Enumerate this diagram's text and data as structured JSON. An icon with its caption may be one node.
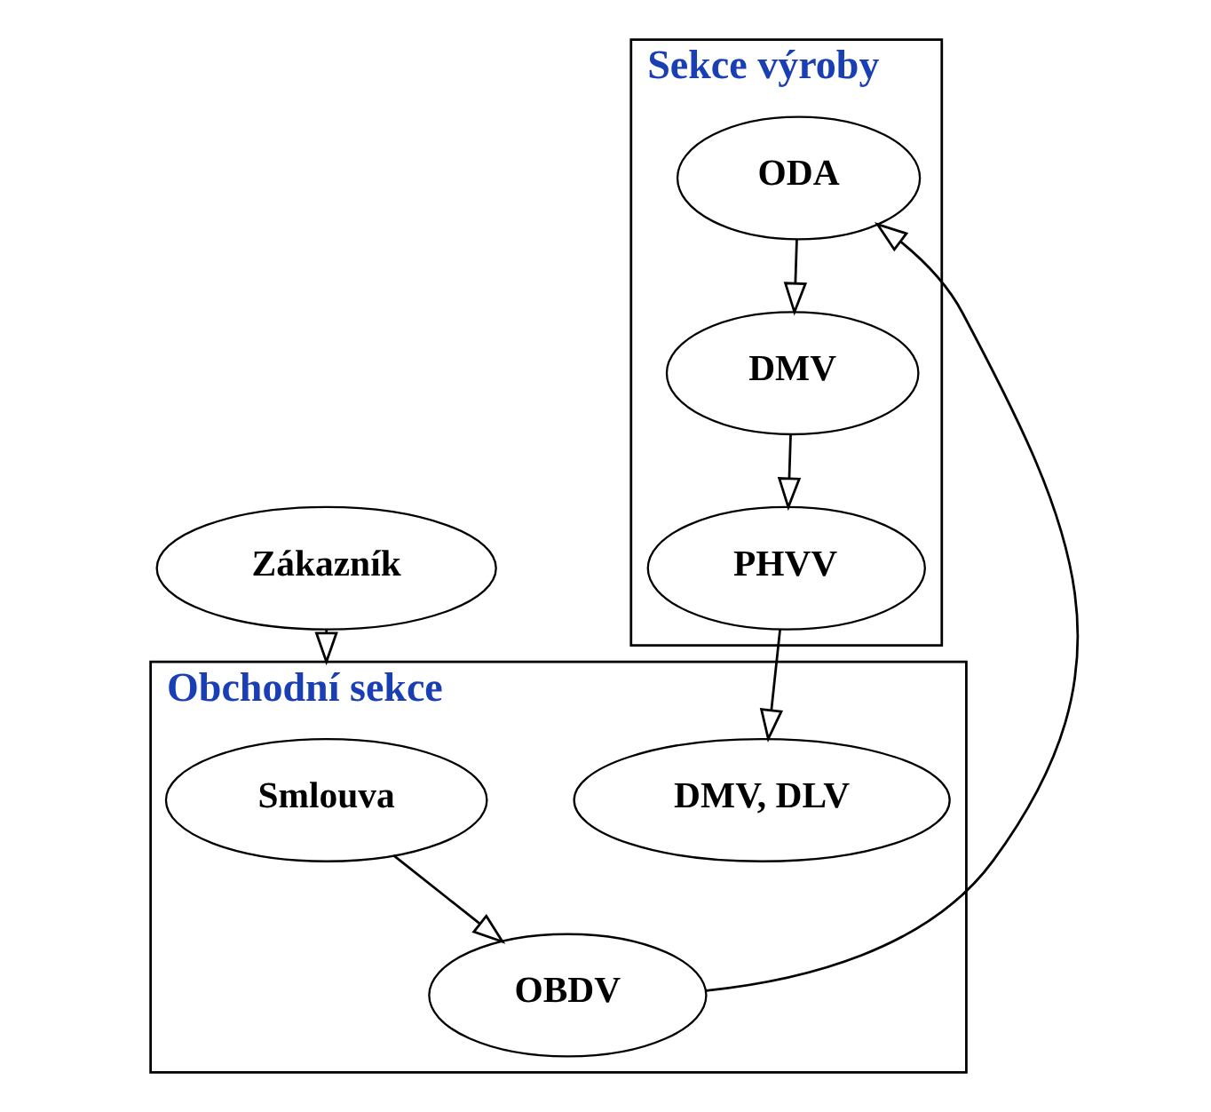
{
  "diagram": {
    "nodes": [
      {
        "text": [
          "Zákazník"
        ]
      },
      {
        "text": [
          "Obchodní sekce"
        ]
      },
      {
        "text": [
          "Smlouva"
        ],
        "in": 1
      },
      {
        "text": [
          "OBDV"
        ],
        "in": 1
      },
      {
        "text": [
          "DMV, DLV"
        ],
        "in": 1
      },
      {
        "text": [
          "Sekce výroby"
        ]
      },
      {
        "text": [
          "ODA"
        ],
        "in": 5
      },
      {
        "text": [
          "DMV"
        ],
        "in": 5
      },
      {
        "text": [
          "PHVV"
        ],
        "in": 5
      }
    ],
    "edges": [
      {
        "from": 0,
        "to": 1,
        "arrow": "to"
      },
      {
        "from": 2,
        "to": 3,
        "arrow": "to"
      },
      {
        "from": 3,
        "to": 6,
        "arrow": "to"
      },
      {
        "from": 6,
        "to": 7,
        "arrow": "to"
      },
      {
        "from": 7,
        "to": 8,
        "arrow": "to"
      },
      {
        "from": 8,
        "to": 4,
        "arrow": "to"
      }
    ]
  }
}
